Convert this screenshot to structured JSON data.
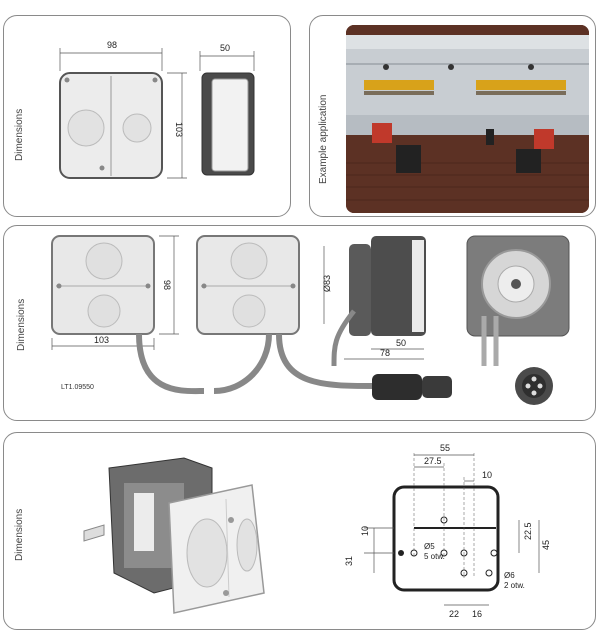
{
  "panel1": {
    "label": "Dimensions",
    "front_width": "98",
    "front_height": "103",
    "side_width": "50"
  },
  "panel2": {
    "label": "Example application"
  },
  "panel3": {
    "label": "Dimensions",
    "lamp_height": "98",
    "lamp_width": "103",
    "diameter": "Ø83",
    "depth_50": "50",
    "depth_78": "78",
    "part_number": "LT1.09550"
  },
  "panel4": {
    "label": "Dimensions",
    "dim_55": "55",
    "dim_27_5": "27.5",
    "dim_10_top": "10",
    "dim_10_left": "10",
    "dim_22_5": "22.5",
    "dim_45": "45",
    "dim_31": "31",
    "dim_22": "22",
    "dim_16": "16",
    "hole5": "Ø5",
    "hole5_note": "5 otw.",
    "hole6": "Ø6",
    "hole6_note": "2 otw."
  },
  "colors": {
    "panel_border": "#8a8a8a",
    "lamp_lens": "#e6e6e6",
    "lamp_housing": "#4a4a4a",
    "trailer_stripe": "#d8a21a",
    "brick": "#7a3e2c"
  }
}
